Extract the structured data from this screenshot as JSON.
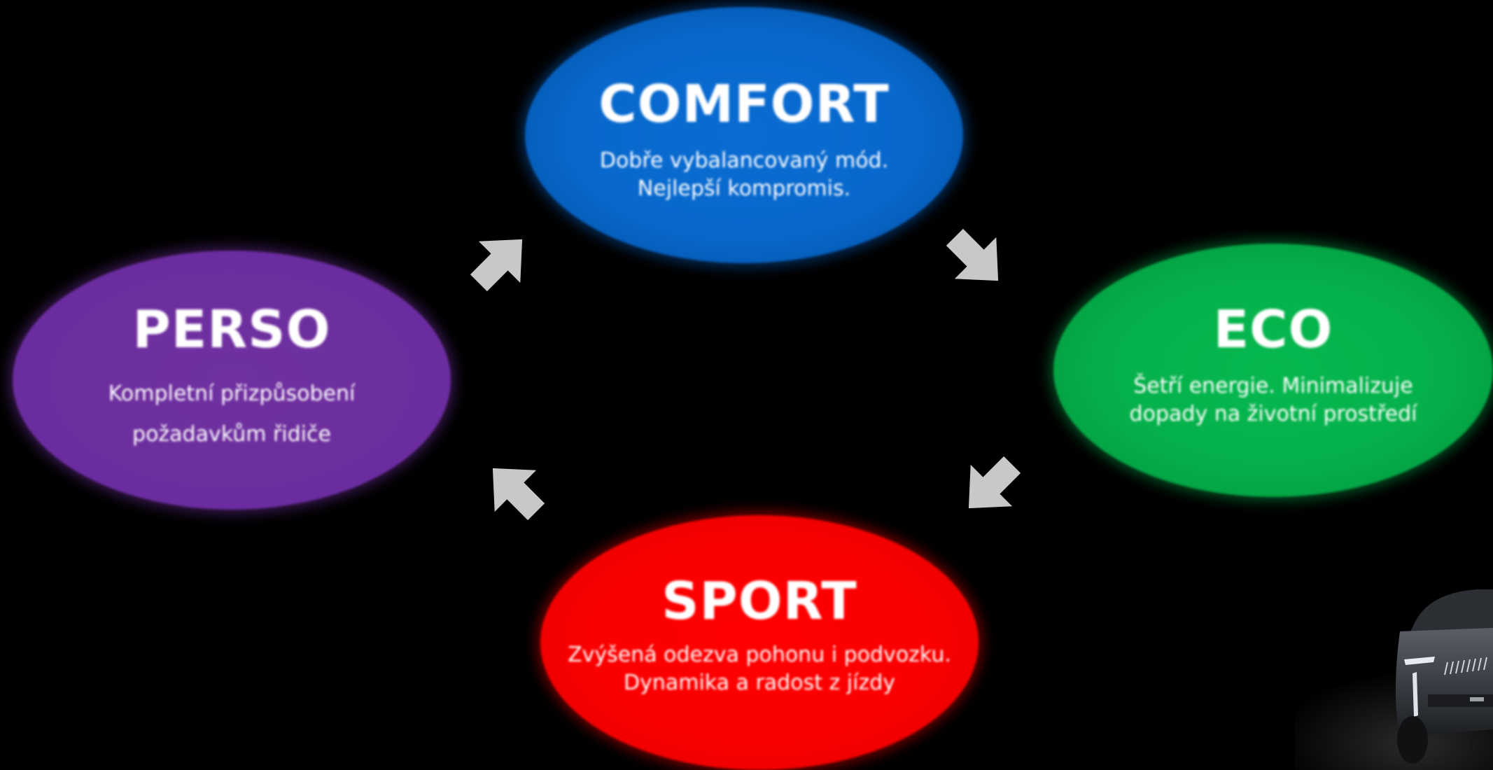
{
  "modes": {
    "comfort": {
      "title": "COMFORT",
      "desc_line1": "Dobře vybalancovaný mód.",
      "desc_line2": "Nejlepší kompromis.",
      "color": "#0868cc"
    },
    "eco": {
      "title": "ECO",
      "desc_line1": "Šetří energie. Minimalizuje",
      "desc_line2": "dopady na životní prostředí",
      "color": "#05b04a"
    },
    "perso": {
      "title": "PERSO",
      "desc_line1": "Kompletní přizpůsobení",
      "desc_line2": "požadavkům řidiče",
      "color": "#6d2f9e"
    },
    "sport": {
      "title": "SPORT",
      "desc_line1": "Zvýšená odezva pohonu i podvozku.",
      "desc_line2": "Dynamika a radost z jízdy",
      "color": "#fa0000"
    }
  },
  "arrow_color": "#c8c8c8",
  "background_color": "#000000",
  "icons": {
    "arrow_top_right": "arrow-down-right-icon",
    "arrow_bottom_right": "arrow-down-left-icon",
    "arrow_bottom_left": "arrow-up-left-icon",
    "arrow_top_left": "arrow-up-right-icon"
  }
}
